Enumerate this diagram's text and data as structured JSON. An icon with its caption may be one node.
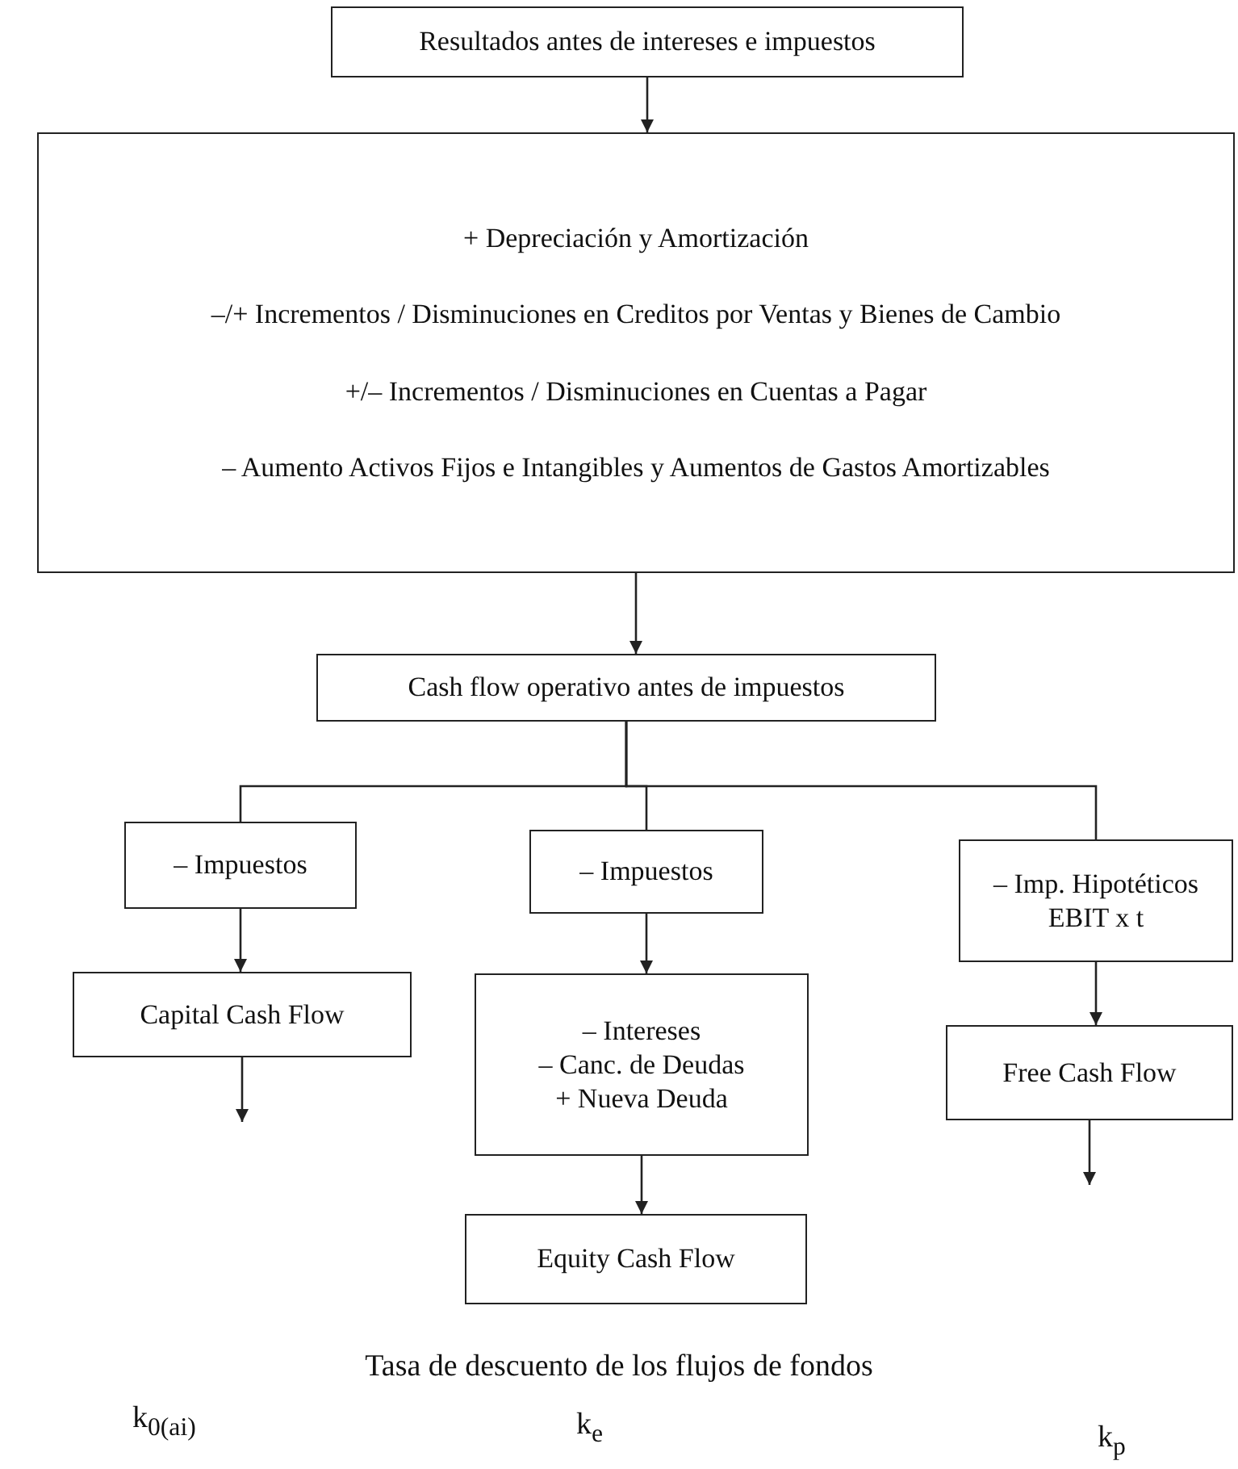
{
  "diagram": {
    "nodes": [
      {
        "text": [
          "Resultados antes de intereses e impuestos"
        ]
      },
      {
        "text": [
          "+ Depreciación y Amortización",
          "–/+ Incrementos / Disminuciones en Creditos por Ventas y Bienes de Cambio",
          "+/– Incrementos / Disminuciones en Cuentas a Pagar",
          "– Aumento Activos Fijos e Intangibles y Aumentos de Gastos Amortizables"
        ]
      },
      {
        "text": [
          "Cash flow operativo antes de impuestos"
        ]
      },
      {
        "text": [
          "– Impuestos"
        ]
      },
      {
        "text": [
          "– Impuestos"
        ]
      },
      {
        "text": [
          "– Imp. Hipotéticos EBIT x t"
        ]
      },
      {
        "text": [
          "Capital Cash Flow"
        ]
      },
      {
        "text": [
          "– Intereses",
          "– Canc. de Deudas",
          "+ Nueva Deuda"
        ]
      },
      {
        "text": [
          "Free Cash Flow"
        ]
      },
      {
        "text": [
          "Equity Cash Flow"
        ]
      }
    ],
    "edges": [
      {
        "from": 0,
        "to": 1,
        "arrow": "to"
      },
      {
        "from": 1,
        "to": 2,
        "arrow": "to"
      },
      {
        "from": 2,
        "to": 3,
        "arrow": "none"
      },
      {
        "from": 2,
        "to": 4,
        "arrow": "none"
      },
      {
        "from": 2,
        "to": 5,
        "arrow": "none"
      },
      {
        "from": 3,
        "to": 6,
        "arrow": "to"
      },
      {
        "from": 4,
        "to": 7,
        "arrow": "to"
      },
      {
        "from": 5,
        "to": 8,
        "arrow": "to"
      },
      {
        "from": 6,
        "to": null,
        "arrow": "to"
      },
      {
        "from": 7,
        "to": 9,
        "arrow": "to"
      },
      {
        "from": 8,
        "to": null,
        "arrow": "to"
      }
    ],
    "labels": [
      "Tasa de descuento de los flujos de fondos",
      "k$_{0(ai)}$",
      "k$_{e}$",
      "k$_{p}$"
    ]
  }
}
